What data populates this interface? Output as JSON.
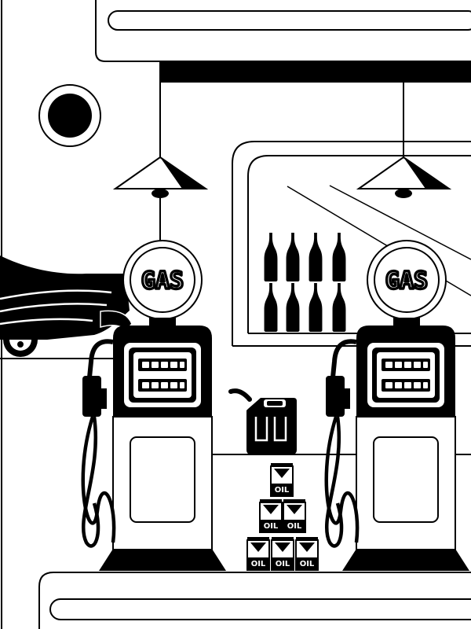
{
  "scene": {
    "ink_color": "#000000",
    "paper_color": "#ffffff"
  },
  "pumps": {
    "left": {
      "sign": "GAS"
    },
    "right": {
      "sign": "GAS"
    }
  },
  "oil_cans": {
    "top": "OIL",
    "middle_left": "OIL",
    "middle_right": "OIL",
    "bottom_left": "OIL",
    "bottom_center": "OIL",
    "bottom_right": "OIL"
  },
  "icons": {
    "jerrycan": "jerrycan-icon",
    "bottle": "bottle-icon",
    "lamp": "lamp-icon",
    "nozzle": "fuel-nozzle-icon"
  }
}
